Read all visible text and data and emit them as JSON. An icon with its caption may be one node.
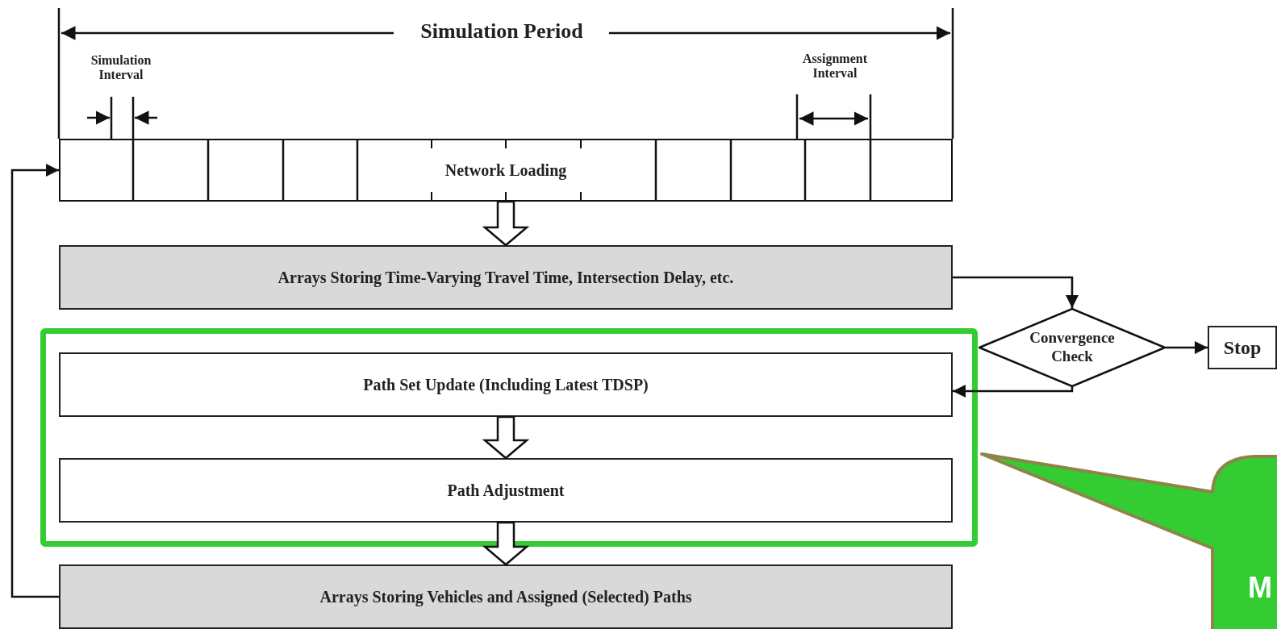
{
  "diagram": {
    "nodes": [
      {
        "text": [
          "Network Loading"
        ]
      },
      {
        "text": [
          "Arrays Storing Time-Varying Travel Time, Intersection Delay, etc."
        ]
      },
      {
        "text": [],
        "shape": "box"
      },
      {
        "text": [
          "Path Set Update (Including Latest TDSP)"
        ],
        "in": 2
      },
      {
        "text": [
          "Path Adjustment"
        ],
        "in": 2
      },
      {
        "text": [
          "Arrays Storing Vehicles and Assigned (Selected) Paths"
        ]
      },
      {
        "text": [
          "Convergence Check"
        ]
      },
      {
        "text": [
          "Stop"
        ]
      },
      {
        "text": [
          "M"
        ]
      }
    ],
    "edges": [
      {
        "from": 0,
        "to": 1,
        "arrow": "to",
        "style": "thick"
      },
      {
        "from": 1,
        "to": 6,
        "arrow": "to"
      },
      {
        "from": 6,
        "to": 7,
        "arrow": "to"
      },
      {
        "from": 6,
        "to": 3,
        "arrow": "to"
      },
      {
        "from": 3,
        "to": 4,
        "arrow": "to",
        "style": "thick"
      },
      {
        "from": 4,
        "to": 5,
        "arrow": "to",
        "style": "thick"
      },
      {
        "from": 5,
        "to": 0,
        "arrow": "to"
      }
    ],
    "labels": [
      "Simulation Period",
      "Simulation Interval",
      "Assignment Interval"
    ]
  }
}
